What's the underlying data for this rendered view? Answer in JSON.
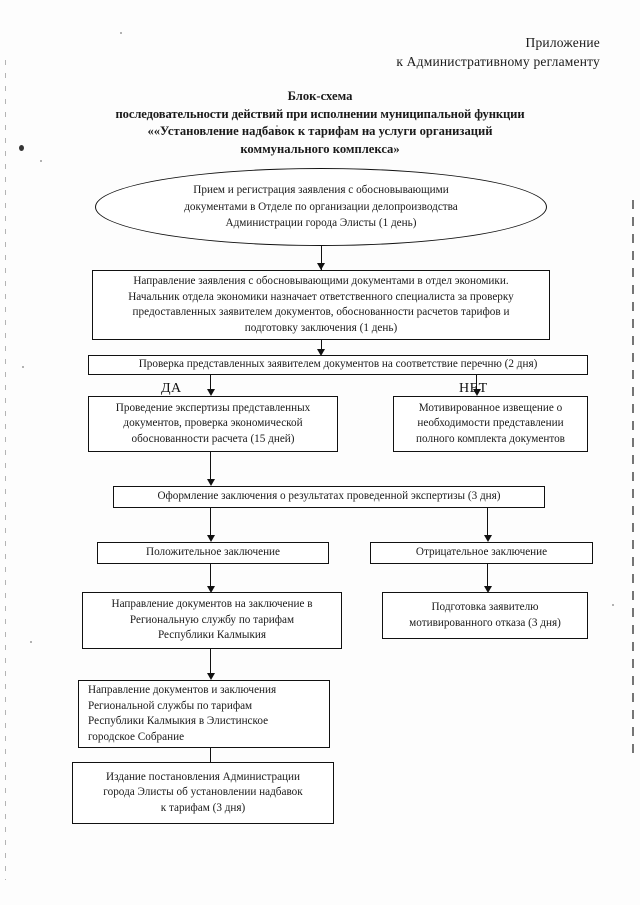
{
  "header": {
    "line1": "Приложение",
    "line2": "к Административному регламенту"
  },
  "title": {
    "line1": "Блок-схема",
    "line2": "последовательности действий при исполнении муниципальной функции",
    "line3": "««Установление надбавок к тарифам на услуги организаций",
    "line4": "коммунального комплекса»"
  },
  "flowchart": {
    "type": "flowchart",
    "nodes": {
      "start_ellipse": {
        "shape": "ellipse",
        "line1": "Прием и регистрация заявления с обосновывающими",
        "line2": "документами в Отделе по организации делопроизводства",
        "line3": "Администрации города Элисты (1 день)"
      },
      "box_economy": {
        "shape": "rect",
        "line1": "Направление заявления с обосновывающими документами в  отдел экономики.",
        "line2": "Начальник отдела экономики назначает ответственного специалиста за проверку",
        "line3": "предоставленных заявителем документов, обоснованности расчетов тарифов и",
        "line4": "подготовку заключения (1 день)"
      },
      "box_check": {
        "shape": "rect",
        "line1": "Проверка  представленных заявителем документов на соответствие перечню (2 дня)"
      },
      "box_expertise": {
        "shape": "rect",
        "line1": "Проведение экспертизы представленных",
        "line2": "документов, проверка  экономической",
        "line3": "обоснованности расчета (15  дней)"
      },
      "box_notice": {
        "shape": "rect",
        "line1": "Мотивированное извещение о",
        "line2": "необходимости представлении",
        "line3": "полного комплекта документов"
      },
      "box_conclusion": {
        "shape": "rect",
        "line1": "Оформление заключения о результатах проведенной экспертизы (3 дня)"
      },
      "box_positive": {
        "shape": "rect",
        "line1": "Положительное заключение"
      },
      "box_negative": {
        "shape": "rect",
        "line1": "Отрицательное заключение"
      },
      "box_send_rst": {
        "shape": "rect",
        "line1": "Направление документов на заключение в",
        "line2": "Региональную службу по тарифам",
        "line3": "Республики Калмыкия"
      },
      "box_refusal": {
        "shape": "rect",
        "line1": "Подготовка заявителю",
        "line2": "мотивированного отказа (3 дня)"
      },
      "box_send_sobranie": {
        "shape": "rect",
        "line1": "Направление документов и заключения",
        "line2": "Региональной службы по тарифам",
        "line3": "Республики Калмыкия  в Элистинское",
        "line4": "городское Собрание"
      },
      "box_final": {
        "shape": "rect",
        "line1": "Издание постановления Администрации",
        "line2": "города  Элисты об установлении надбавок",
        "line3": "к тарифам (3 дня)"
      }
    },
    "branch_labels": {
      "yes": "ДА",
      "no": "НЕТ"
    }
  }
}
